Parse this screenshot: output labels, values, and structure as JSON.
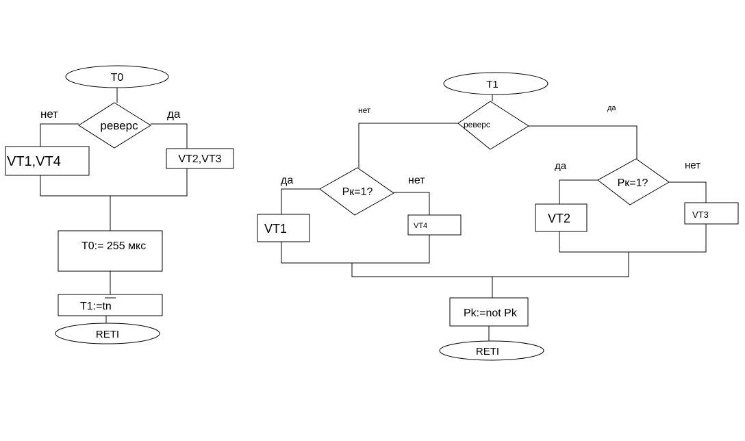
{
  "left": {
    "start": "T0",
    "decision": "реверс",
    "no_label": "нет",
    "yes_label": "да",
    "box_no": "VT1,VT4",
    "box_yes": "VT2,VT3",
    "assign": "T0:= 255 мкс",
    "t1_prefix": "T1:=",
    "t1_overlined": "tn",
    "end": "RETI"
  },
  "right": {
    "start": "T1",
    "decision": "реверс",
    "no_label": "нет",
    "yes_label": "да",
    "left_decision": "Pк=1?",
    "left_yes": "да",
    "left_no": "нет",
    "left_box_yes": "VT1",
    "left_box_no": "VT4",
    "right_decision": "Pк=1?",
    "right_yes": "да",
    "right_no": "нет",
    "right_box_yes": "VT2",
    "right_box_no": "VT3",
    "toggle": "Pk:=not Pk",
    "end": "RETI"
  }
}
